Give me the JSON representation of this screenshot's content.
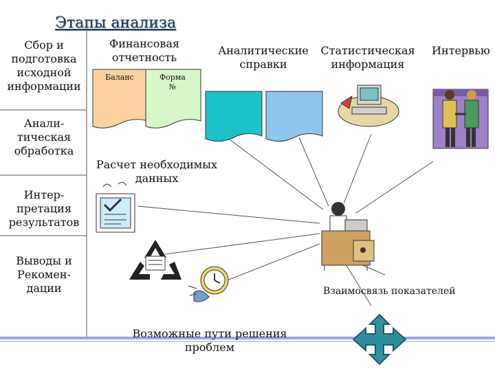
{
  "title": "Этапы анализа",
  "stages": {
    "collect": [
      "Сбор и",
      "подготовка",
      "исходной",
      "информации"
    ],
    "analytic": [
      "Анали-",
      "тическая",
      "обработка"
    ],
    "interpret": [
      "Интер-",
      "претация",
      "результатов"
    ],
    "conclusions": [
      "Выводы и",
      "Рекомен-",
      "дации"
    ]
  },
  "sources": {
    "financial": [
      "Финансовая",
      "отчетность"
    ],
    "balance": "Баланс",
    "form": [
      "Форма",
      "№"
    ],
    "analytic_ref": [
      "Аналитические",
      "справки"
    ],
    "stat_info": [
      "Статистическая",
      "информация"
    ],
    "interview": "Интервью"
  },
  "calc": [
    "Расчет необходимых",
    "данных"
  ],
  "relation": "Взаимосвязь показателей",
  "solutions": [
    "Возможные пути решения",
    "проблем"
  ],
  "colors": {
    "balance_doc": "#fcd3a0",
    "form_doc": "#d8f7c8",
    "analytic_doc": "#19c3c8",
    "stat_doc": "#8fc6f0",
    "arrow": "#2e8fa0",
    "title": "#1f3a5a"
  },
  "icons": [
    "computer-icon",
    "handshake-icon",
    "document-icon",
    "recycle-icon",
    "clock-icon",
    "analyst-icon",
    "four-way-arrow-icon"
  ]
}
